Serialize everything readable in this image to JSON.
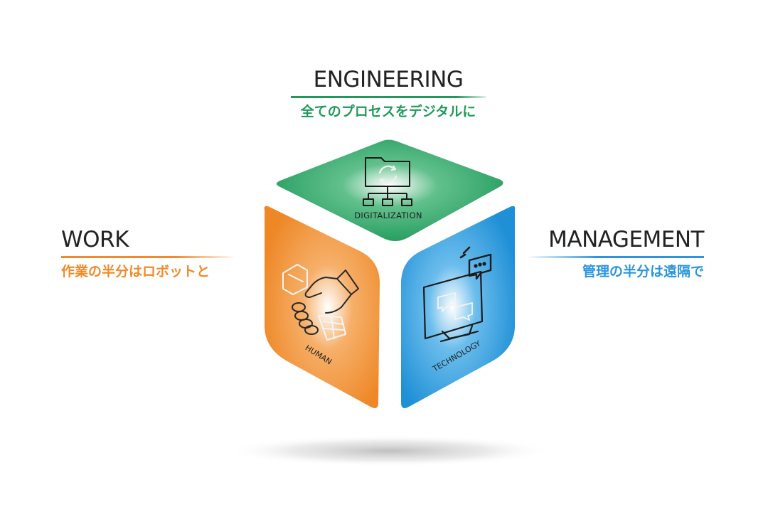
{
  "engineering": {
    "title": "ENGINEERING",
    "subtitle": "全てのプロセスをデジタルに"
  },
  "work": {
    "title": "WORK",
    "subtitle": "作業の半分はロボットと"
  },
  "management": {
    "title": "MANAGEMENT",
    "subtitle": "管理の半分は遠隔で"
  },
  "faces": {
    "top": {
      "label": "DIGITALIZATION",
      "icon": "folder-network-sync-icon"
    },
    "left": {
      "label": "HUMAN",
      "icon": "handshake-robot-icon"
    },
    "right": {
      "label": "TECHNOLOGY",
      "icon": "monitor-chat-icon"
    }
  },
  "colors": {
    "engineering": "#1f9a5b",
    "work": "#f08a2a",
    "management": "#2b96dc",
    "text_dark": "#222222"
  }
}
